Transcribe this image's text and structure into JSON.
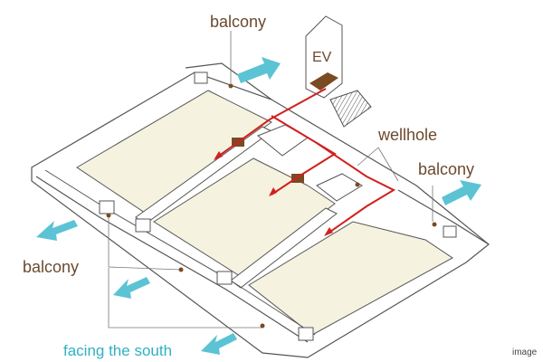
{
  "labels": {
    "balcony_top": "balcony",
    "ev": "EV",
    "wellhole": "wellhole",
    "balcony_right": "balcony",
    "balcony_left": "balcony",
    "facing": "facing the south",
    "corner": "image"
  },
  "colors": {
    "floor": "#f6f2e0",
    "wall": "#ffffff",
    "wall_stroke": "#555555",
    "corridor": "#d21f1f",
    "door": "#7a4a22",
    "arrow": "#5bc3d4",
    "text_brown": "#6b4a2f",
    "text_teal": "#2fb0c6"
  },
  "icons": [
    "arrow-icon"
  ]
}
